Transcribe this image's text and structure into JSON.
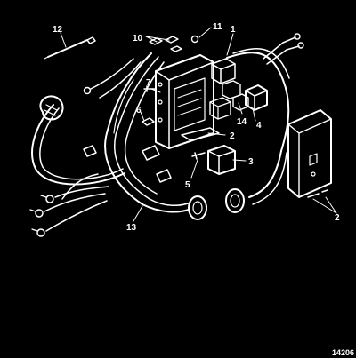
{
  "figure": {
    "id": "14206"
  },
  "callouts": [
    {
      "key": "c1",
      "label": "1"
    },
    {
      "key": "c2a",
      "label": "2"
    },
    {
      "key": "c2b",
      "label": "2"
    },
    {
      "key": "c3",
      "label": "3"
    },
    {
      "key": "c4",
      "label": "4"
    },
    {
      "key": "c5",
      "label": "5"
    },
    {
      "key": "c6",
      "label": "6"
    },
    {
      "key": "c7",
      "label": "7"
    },
    {
      "key": "c10",
      "label": "10"
    },
    {
      "key": "c11",
      "label": "11"
    },
    {
      "key": "c12",
      "label": "12"
    },
    {
      "key": "c13",
      "label": "13"
    },
    {
      "key": "c14",
      "label": "14"
    }
  ]
}
